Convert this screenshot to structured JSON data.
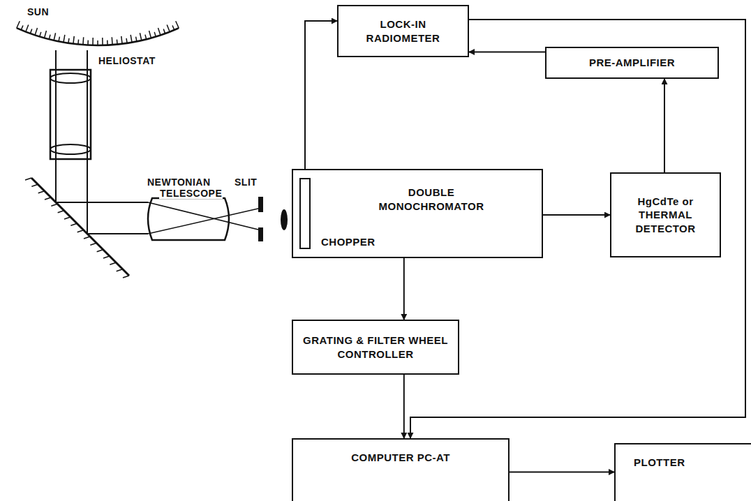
{
  "diagram": {
    "nodes": [
      {
        "text": [
          "LOCK-IN RADIOMETER"
        ]
      },
      {
        "text": [
          "PRE-AMPLIFIER"
        ]
      },
      {
        "text": [
          "DOUBLE MONOCHROMATOR",
          "CHOPPER"
        ]
      },
      {
        "text": [
          "HgCdTe or THERMAL DETECTOR"
        ]
      },
      {
        "text": [
          "GRATING & FILTER WHEEL CONTROLLER"
        ]
      },
      {
        "text": [
          "COMPUTER PC-AT"
        ]
      },
      {
        "text": [
          "PLOTTER"
        ]
      }
    ],
    "edges": [
      {
        "from": 2,
        "to": 0,
        "arrow": "to"
      },
      {
        "from": 1,
        "to": 0,
        "arrow": "to"
      },
      {
        "from": 3,
        "to": 1,
        "arrow": "to"
      },
      {
        "from": 2,
        "to": 3,
        "arrow": "to"
      },
      {
        "from": 2,
        "to": 4,
        "arrow": "to"
      },
      {
        "from": 4,
        "to": 5,
        "arrow": "to"
      },
      {
        "from": 0,
        "to": 5,
        "arrow": "to"
      },
      {
        "from": 5,
        "to": 6,
        "arrow": "to"
      }
    ],
    "labels": [
      "SUN",
      "HELIOSTAT",
      "NEWTONIAN",
      "TELESCOPE",
      "SLIT"
    ]
  }
}
